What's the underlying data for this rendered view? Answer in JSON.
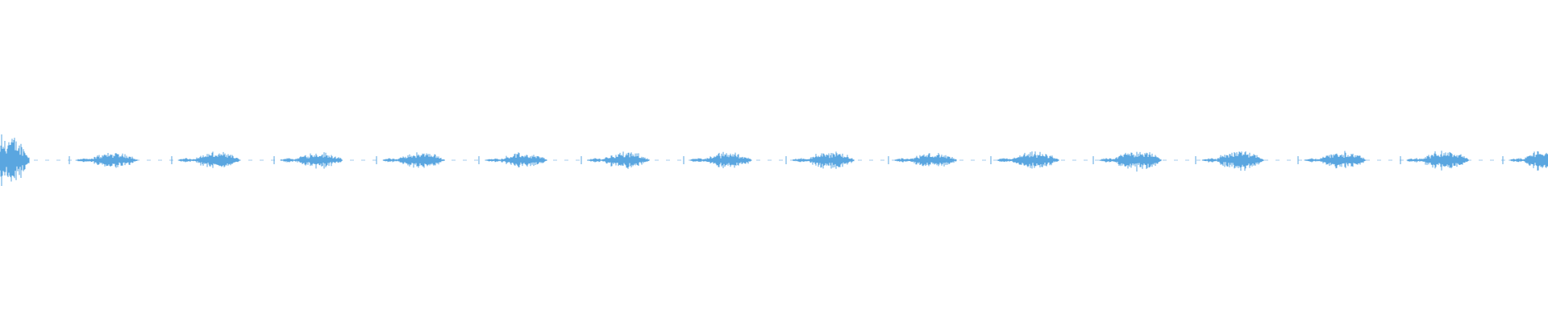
{
  "waveform": {
    "color": "#5aa6e0",
    "background": "#ffffff",
    "cue_count": 16,
    "cue_spacing_s": 1.0,
    "total_duration_s": 15.2
  }
}
